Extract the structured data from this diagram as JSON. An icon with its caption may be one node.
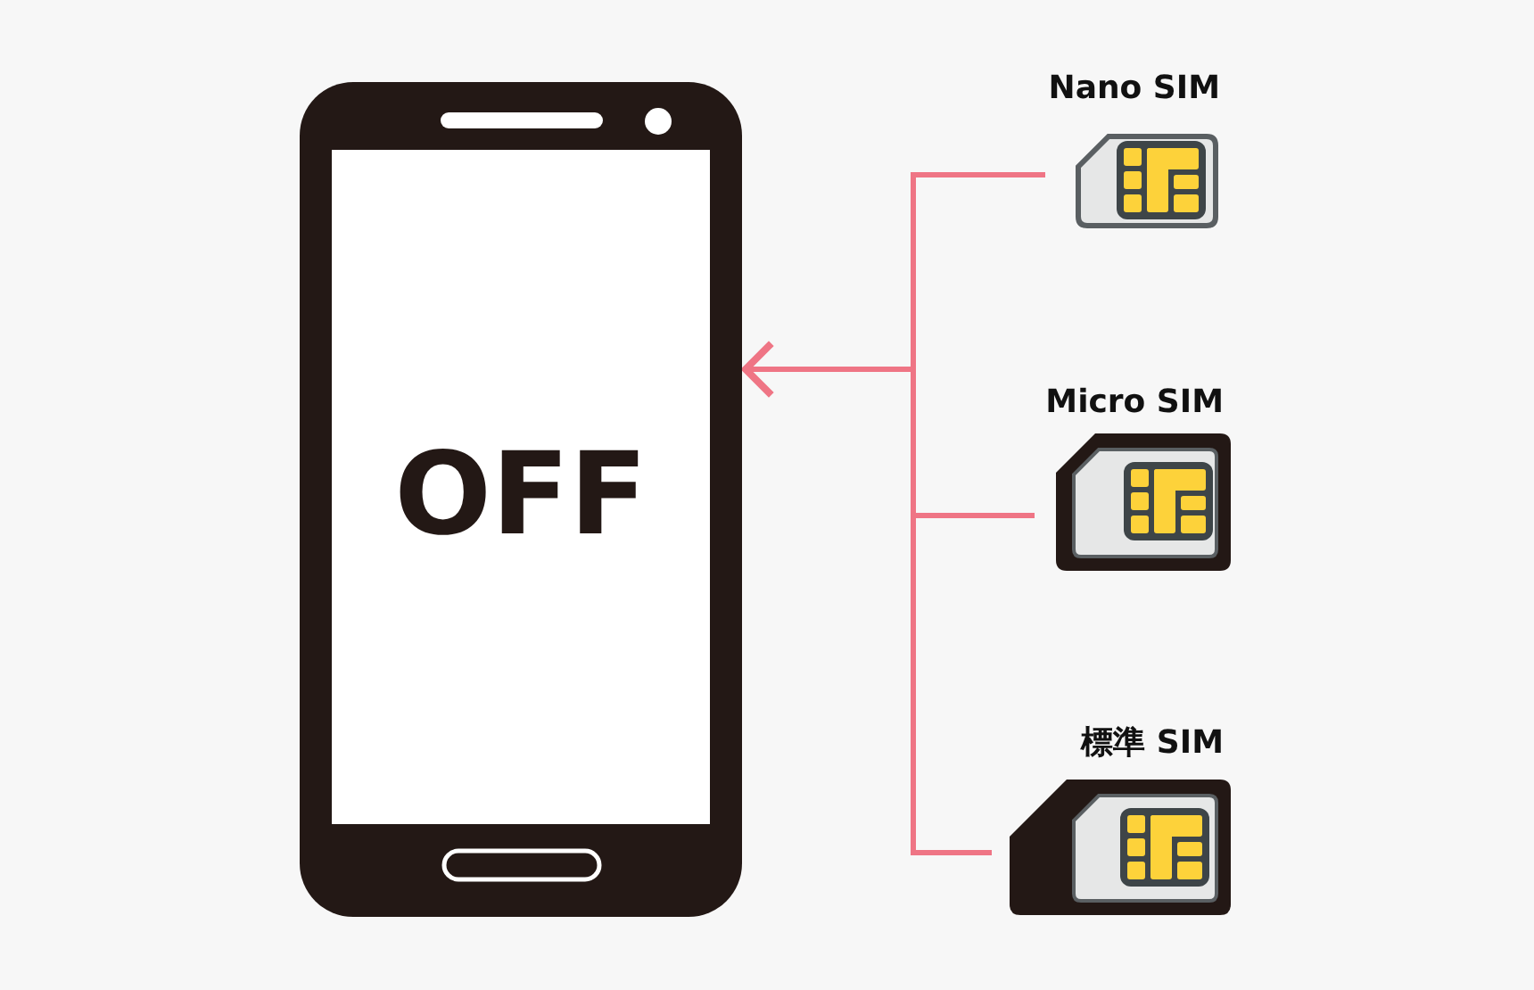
{
  "diagram": {
    "nodes": [
      {
        "text": [
          "OFF"
        ]
      },
      {
        "text": [
          "Nano SIM"
        ]
      },
      {
        "text": [
          "Micro SIM"
        ]
      },
      {
        "text": [
          "標準 SIM"
        ]
      }
    ],
    "edges": [
      {
        "from": 1,
        "to": 0,
        "arrow": "to"
      },
      {
        "from": 2,
        "to": 0,
        "arrow": "to"
      },
      {
        "from": 3,
        "to": 0,
        "arrow": "to"
      }
    ]
  }
}
